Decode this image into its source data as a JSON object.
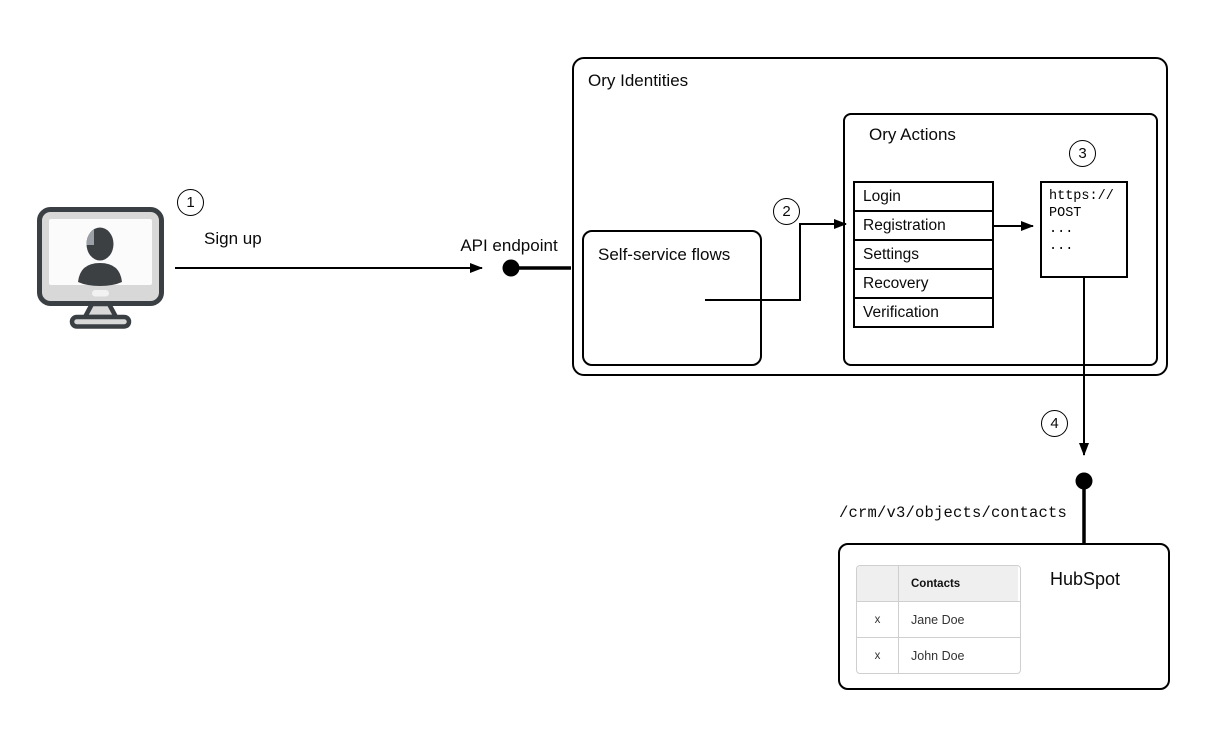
{
  "badges": {
    "step1": "1",
    "step2": "2",
    "step3": "3",
    "step4": "4"
  },
  "labels": {
    "sign_up": "Sign up",
    "api_endpoint": "API endpoint",
    "crm_endpoint": "/crm/v3/objects/contacts"
  },
  "ory_identities": {
    "title": "Ory Identities"
  },
  "self_service": {
    "title": "Self-service flows"
  },
  "ory_actions": {
    "title": "Ory Actions",
    "flows": [
      "Login",
      "Registration",
      "Settings",
      "Recovery",
      "Verification"
    ]
  },
  "webhook": {
    "lines": [
      "https://",
      "POST",
      "...",
      "..."
    ]
  },
  "hubspot": {
    "title": "HubSpot",
    "table": {
      "header_check": "",
      "header_name": "Contacts",
      "rows": [
        {
          "check": "x",
          "name": "Jane Doe"
        },
        {
          "check": "x",
          "name": "John Doe"
        }
      ]
    }
  },
  "colors": {
    "line": "#000000",
    "icon_frame": "#3a3f44",
    "icon_body": "#d8d8d8",
    "icon_screen": "#fbfbfb",
    "icon_person": "#3c4043",
    "icon_person_highlight": "#9aa0a6",
    "table_border": "#cfcfcf",
    "table_header_bg": "#efefef"
  }
}
